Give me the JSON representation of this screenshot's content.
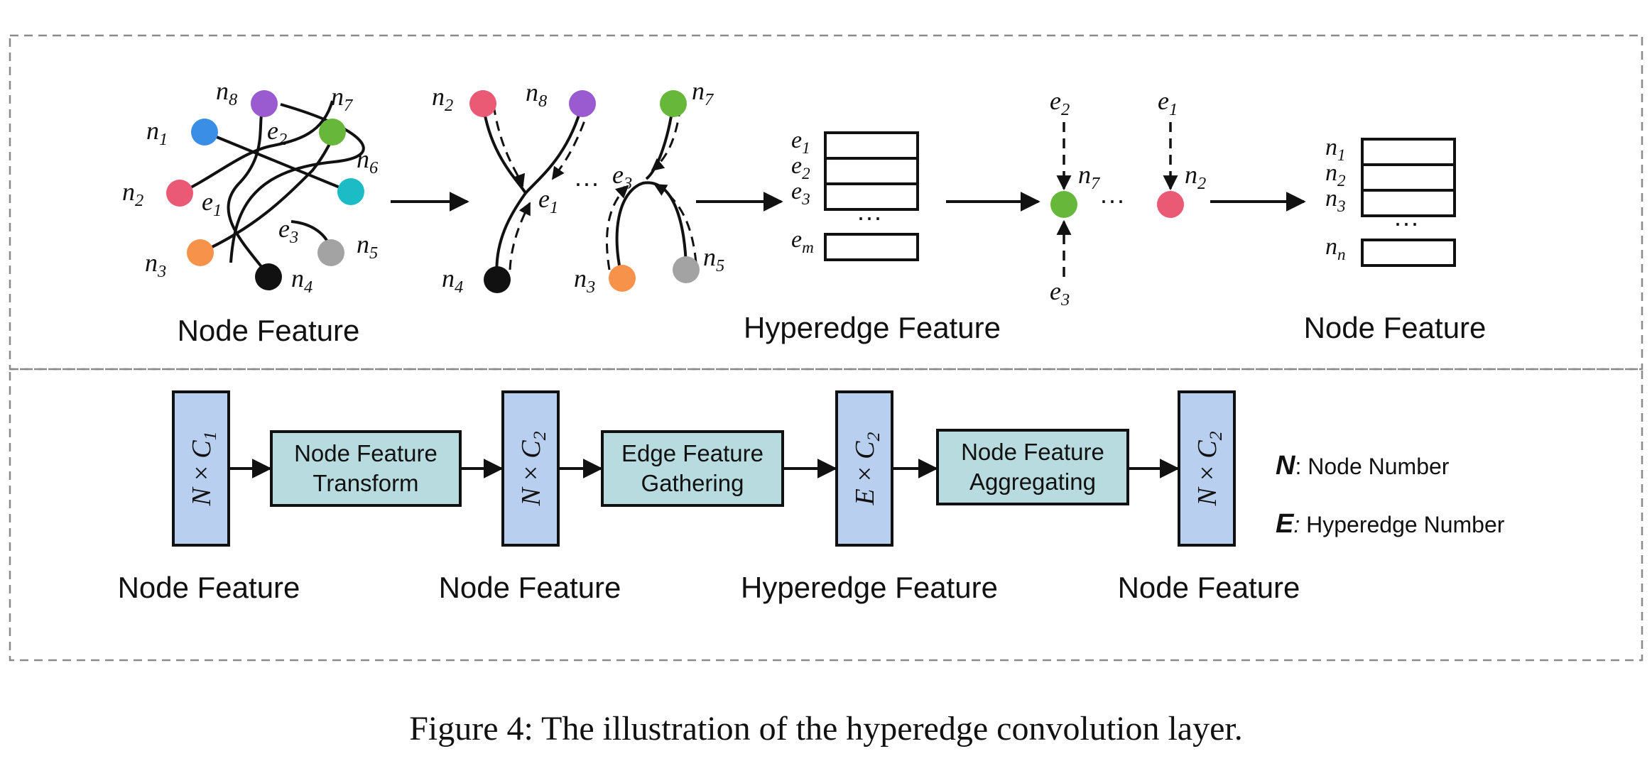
{
  "top_panel": {
    "graph_nodes": [
      {
        "id": "n1",
        "base": "n",
        "sub": "1",
        "color": "#3a8ee6"
      },
      {
        "id": "n2",
        "base": "n",
        "sub": "2",
        "color": "#ea5a74"
      },
      {
        "id": "n3",
        "base": "n",
        "sub": "3",
        "color": "#f7924a"
      },
      {
        "id": "n4",
        "base": "n",
        "sub": "4",
        "color": "#111111"
      },
      {
        "id": "n5",
        "base": "n",
        "sub": "5",
        "color": "#a3a3a3"
      },
      {
        "id": "n6",
        "base": "n",
        "sub": "6",
        "color": "#1bbcc6"
      },
      {
        "id": "n7",
        "base": "n",
        "sub": "7",
        "color": "#67b83a"
      },
      {
        "id": "n8",
        "base": "n",
        "sub": "8",
        "color": "#9a5bd0"
      }
    ],
    "graph_edges": [
      {
        "base": "e",
        "sub": "1"
      },
      {
        "base": "e",
        "sub": "2"
      },
      {
        "base": "e",
        "sub": "3"
      }
    ],
    "label_node_feature_left": "Node Feature",
    "gather_nodes": [
      {
        "base": "n",
        "sub": "2",
        "color": "#ea5a74"
      },
      {
        "base": "n",
        "sub": "8",
        "color": "#9a5bd0"
      },
      {
        "base": "n",
        "sub": "4",
        "color": "#111111"
      },
      {
        "base": "n",
        "sub": "7",
        "color": "#67b83a"
      },
      {
        "base": "n",
        "sub": "3",
        "color": "#f7924a"
      },
      {
        "base": "n",
        "sub": "5",
        "color": "#a3a3a3"
      }
    ],
    "gather_edges": [
      {
        "base": "e",
        "sub": "1"
      },
      {
        "base": "e",
        "sub": "3"
      }
    ],
    "ellipsis": "···",
    "hyperedge_rows": [
      {
        "base": "e",
        "sub": "1"
      },
      {
        "base": "e",
        "sub": "2"
      },
      {
        "base": "e",
        "sub": "3"
      },
      {
        "base": "e",
        "sub": "m"
      }
    ],
    "label_hyperedge_feature": "Hyperedge Feature",
    "aggregate": {
      "edges": [
        {
          "base": "e",
          "sub": "2"
        },
        {
          "base": "e",
          "sub": "3"
        },
        {
          "base": "e",
          "sub": "1"
        }
      ],
      "nodes": [
        {
          "base": "n",
          "sub": "7",
          "color": "#67b83a"
        },
        {
          "base": "n",
          "sub": "2",
          "color": "#ea5a74"
        }
      ]
    },
    "node_rows": [
      {
        "base": "n",
        "sub": "1"
      },
      {
        "base": "n",
        "sub": "2"
      },
      {
        "base": "n",
        "sub": "3"
      },
      {
        "base": "n",
        "sub": "n"
      }
    ],
    "label_node_feature_right": "Node Feature"
  },
  "bottom_panel": {
    "tensors": [
      {
        "left": "N",
        "right": "C",
        "sub": "1"
      },
      {
        "left": "N",
        "right": "C",
        "sub": "2"
      },
      {
        "left": "E",
        "right": "C",
        "sub": "2"
      },
      {
        "left": "N",
        "right": "C",
        "sub": "2"
      }
    ],
    "times": "×",
    "ops": [
      {
        "line1": "Node Feature",
        "line2": "Transform"
      },
      {
        "line1": "Edge Feature",
        "line2": "Gathering"
      },
      {
        "line1": "Node Feature",
        "line2": "Aggregating"
      }
    ],
    "feature_labels": [
      "Node Feature",
      "Node Feature",
      "Hyperedge Feature",
      "Node Feature"
    ],
    "legend": [
      {
        "key": "N",
        "sep": ":",
        "text": " Node Number"
      },
      {
        "key": "E",
        "sep": ":",
        "text": " Hyperedge  Number"
      }
    ],
    "colors": {
      "tensor_fill": "#b9cff0",
      "op_fill": "#b7dbdf"
    }
  },
  "caption": "Figure 4: The illustration of the hyperedge convolution layer."
}
